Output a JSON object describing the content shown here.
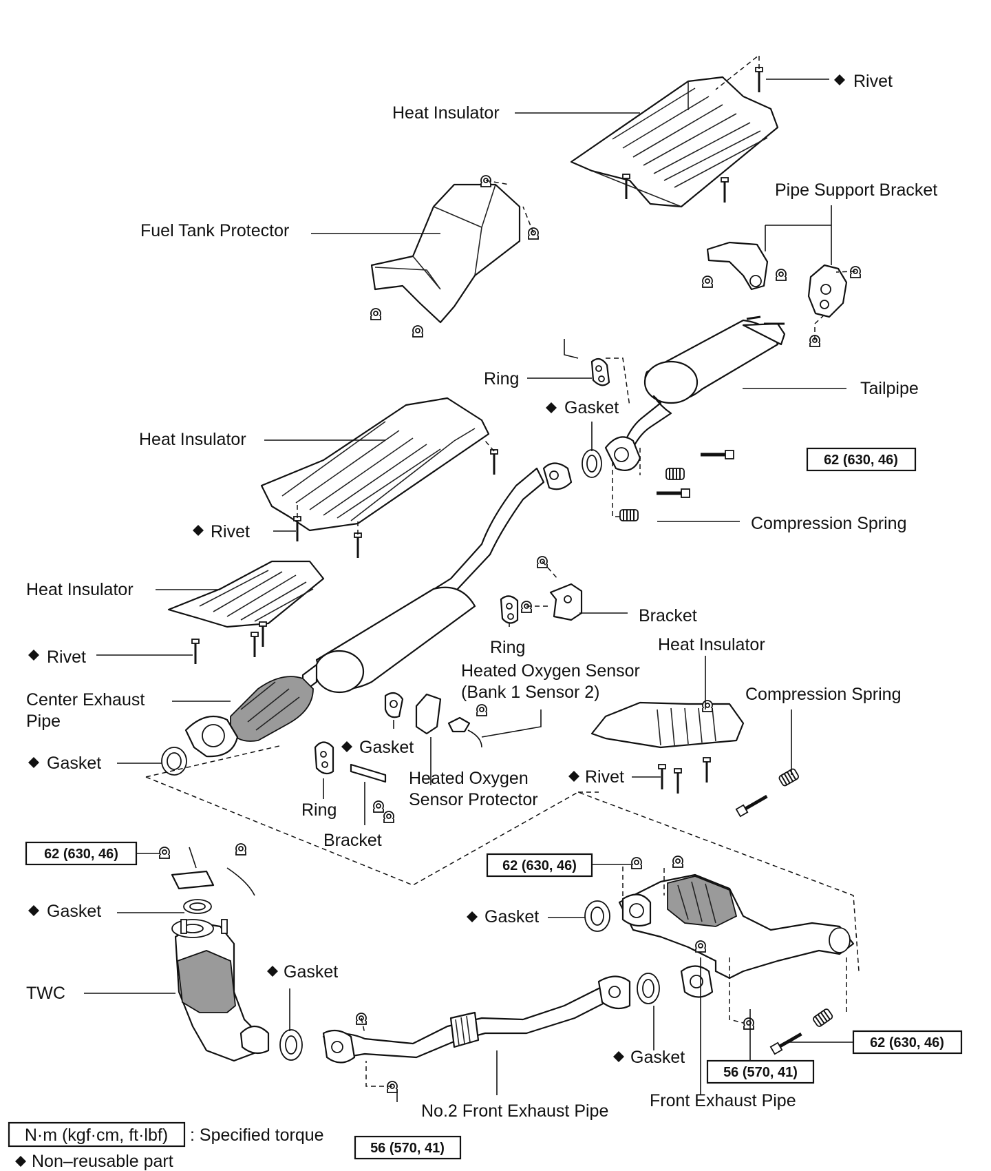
{
  "labels": {
    "rivet_top": "Rivet",
    "heat_insulator_top": "Heat Insulator",
    "pipe_support_bracket": "Pipe Support Bracket",
    "fuel_tank_protector": "Fuel Tank Protector",
    "ring_upper": "Ring",
    "tailpipe": "Tailpipe",
    "gasket_upper": "Gasket",
    "heat_insulator_mid": "Heat Insulator",
    "rivet_mid": "Rivet",
    "compression_spring_upper": "Compression Spring",
    "heat_insulator_left": "Heat Insulator",
    "bracket_right": "Bracket",
    "ring_center": "Ring",
    "rivet_left": "Rivet",
    "heat_insulator_right": "Heat Insulator",
    "heated_oxygen_sensor_line1": "Heated Oxygen Sensor",
    "heated_oxygen_sensor_line2": "(Bank 1 Sensor 2)",
    "compression_spring_right": "Compression Spring",
    "center_exhaust_pipe_line1": "Center Exhaust",
    "center_exhaust_pipe_line2": "Pipe",
    "gasket_center": "Gasket",
    "gasket_left": "Gasket",
    "heated_oxygen_sensor_protector_line1": "Heated Oxygen",
    "heated_oxygen_sensor_protector_line2": "Sensor Protector",
    "rivet_right": "Rivet",
    "ring_lower": "Ring",
    "bracket_lower": "Bracket",
    "gasket_twc_top": "Gasket",
    "gasket_right_lower": "Gasket",
    "twc": "TWC",
    "gasket_twc_bottom": "Gasket",
    "gasket_front": "Gasket",
    "no2_front_exhaust_pipe": "No.2 Front Exhaust Pipe",
    "front_exhaust_pipe": "Front Exhaust Pipe"
  },
  "torque_specs": {
    "tailpipe_bolt": "62 (630, 46)",
    "twc_nut": "62 (630, 46)",
    "front_pipe_nut": "62 (630, 46)",
    "front_flange_bolt": "62 (630, 46)",
    "front_pipe_bracket_bolt": "56 (570, 41)",
    "no2_pipe_bolt": "56 (570, 41)"
  },
  "legend": {
    "torque_unit_box": "N·m (kgf·cm, ft·lbf)",
    "torque_unit_desc": ": Specified torque",
    "non_reusable": "Non–reusable part"
  },
  "colors": {
    "line": "#111111",
    "background": "#ffffff",
    "converter_shade": "#9a9a9a"
  },
  "icons": {
    "non_reusable_marker": "black-diamond"
  }
}
